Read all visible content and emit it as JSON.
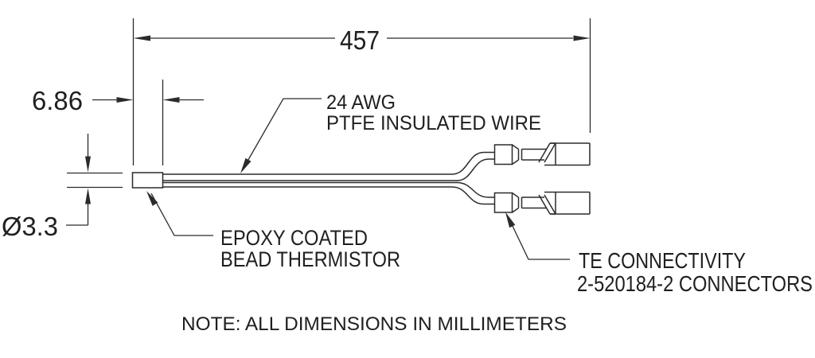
{
  "drawing": {
    "type": "technical-dimension-drawing",
    "subject": "epoxy coated bead thermistor cable assembly",
    "units_note": "NOTE: ALL DIMENSIONS IN  MILLIMETERS",
    "colors": {
      "line": "#2b2b2b",
      "text": "#1f1f1f",
      "background": "#ffffff"
    },
    "dimensions": {
      "overall_length": "457",
      "bead_length": "6.86",
      "bead_diameter": "Ø3.3"
    },
    "labels": {
      "wire": [
        "24 AWG",
        "PTFE INSULATED WIRE"
      ],
      "thermistor": [
        "EPOXY COATED",
        "BEAD THERMISTOR"
      ],
      "connector": [
        "TE CONNECTIVITY",
        "2-520184-2 CONNECTORS"
      ]
    }
  }
}
